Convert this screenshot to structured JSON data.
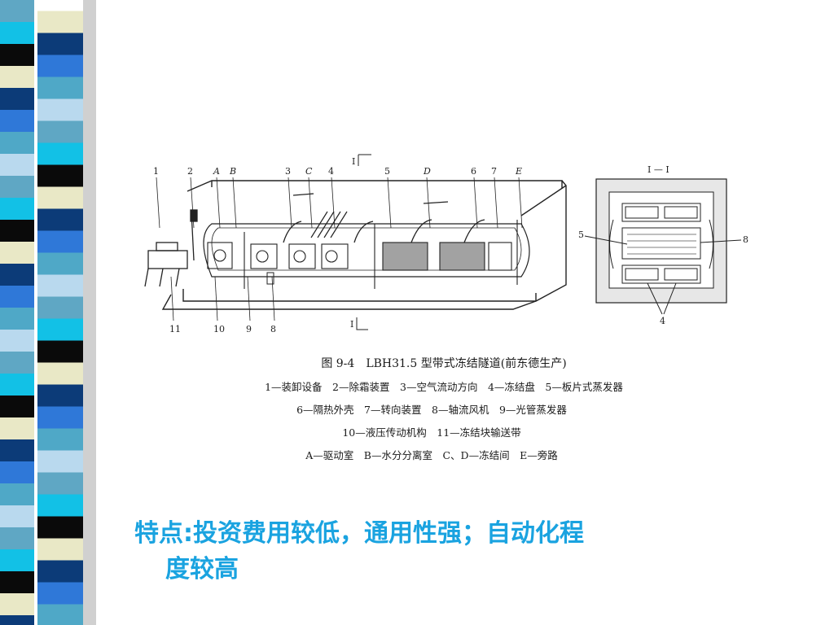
{
  "stripe_colors": [
    "#5fa7c4",
    "#12c1e6",
    "#0a0a0a",
    "#e9e8c6",
    "#0c3b78",
    "#2f78d8",
    "#4fa8c7",
    "#b9d9ee"
  ],
  "figure": {
    "section_label": "I — I",
    "section_mark_top": "I",
    "section_mark_bottom": "I",
    "labels_top": [
      "1",
      "2",
      "A",
      "B",
      "3",
      "C",
      "4",
      "5",
      "D",
      "6",
      "7",
      "E"
    ],
    "labels_bottom": [
      "11",
      "10",
      "9",
      "8"
    ],
    "section_labels": {
      "left": "5",
      "right": "8",
      "bottom": "4"
    }
  },
  "caption": {
    "title": "图 9-4　LBH31.5 型带式冻结隧道(前东德生产)",
    "line1": "1—装卸设备　2—除霜装置　3—空气流动方向　4—冻结盘　5—板片式蒸发器",
    "line2": "6—隔热外壳　7—转向装置　8—轴流风机　9—光管蒸发器",
    "line3": "10—液压传动机构　11—冻结块输送带",
    "line4": "A—驱动室　B—水分分离室　C、D—冻结间　E—旁路"
  },
  "features": {
    "line1": "特点:投资费用较低，通用性强；自动化程",
    "line2": "度较高"
  }
}
